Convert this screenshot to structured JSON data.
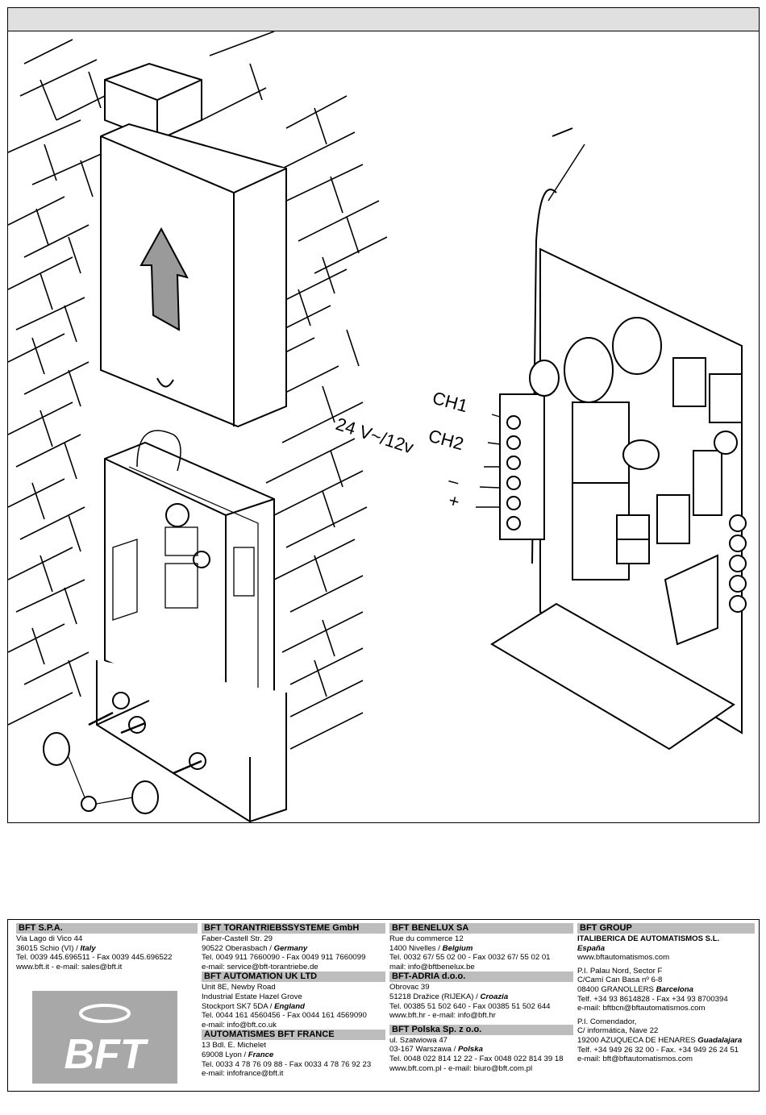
{
  "diagram": {
    "labels": {
      "ch1": "CH1",
      "ch2": "CH2",
      "voltage": "24 V~/12v",
      "minus": "–",
      "plus": "+"
    }
  },
  "footer": {
    "col1": {
      "company": "BFT S.P.A.",
      "line1": "Via Lago di Vico 44",
      "line2_pre": "36015 Schio (VI) / ",
      "line2_em": "Italy",
      "line3": "Tel. 0039 445.696511 - Fax 0039 445.696522",
      "line4": "www.bft.it - e-mail: sales@bft.it",
      "logo_text": "BFT"
    },
    "col2": {
      "company": "BFT TORANTRIEBSSYSTEME GmbH",
      "line1": "Faber-Castell Str. 29",
      "line2_pre": "90522 Oberasbach / ",
      "line2_em": "Germany",
      "line3": "Tel. 0049 911 7660090 - Fax 0049 911 7660099",
      "line4": "e-mail: service@bft-torantriebe.de",
      "company2": "BFT AUTOMATION UK LTD",
      "uk1": "Unit 8E, Newby Road",
      "uk2": "Industrial Estate Hazel Grove",
      "uk3_pre": "Stockport SK7 5DA / ",
      "uk3_em": "England",
      "uk4": "Tel. 0044 161 4560456 - Fax 0044 161 4569090",
      "uk5": "e-mail: info@bft.co.uk",
      "company3": "AUTOMATISMES BFT FRANCE",
      "fr1": "13 Bdl. E. Michelet",
      "fr2_pre": "69008 Lyon / ",
      "fr2_em": "France",
      "fr3": "Tel. 0033 4 78 76 09 88 - Fax 0033 4 78 76 92 23",
      "fr4": "e-mail: infofrance@bft.it"
    },
    "col3": {
      "company": "BFT BENELUX SA",
      "line1": "Rue du commerce 12",
      "line2_pre": "1400 Nivelles / ",
      "line2_em": "Belgium",
      "line3": "Tel. 0032 67/ 55 02 00 - Fax 0032 67/ 55 02 01",
      "line4": "mail: info@bftbenelux.be",
      "company2": "BFT-ADRIA d.o.o.",
      "hr1": "Obrovac 39",
      "hr2_pre": "51218 Dražice (RIJEKA) / ",
      "hr2_em": "Croazia",
      "hr3": "Tel. 00385 51 502 640 - Fax 00385 51 502 644",
      "hr4": "www.bft.hr - e-mail: info@bft.hr",
      "company3": "BFT Polska Sp. z o.o.",
      "pl1": "ul. Szatwiowa 47",
      "pl2_pre": "03-167 Warszawa / ",
      "pl2_em": "Polska",
      "pl3": "Tel. 0048 022 814 12 22 - Fax 0048 022 814 39 18",
      "pl4": "www.bft.com.pl - e-mail: biuro@bft.com.pl"
    },
    "col4": {
      "company": "BFT GROUP",
      "sub": "ITALIBERICA DE AUTOMATISMOS S.L.",
      "country": "España",
      "web": "www.bftautomatismos.com",
      "es1": "P.I. Palau Nord, Sector F",
      "es2": "C/Camí Can Basa nº 6-8",
      "es3_pre": "08400 GRANOLLERS ",
      "es3_em": "Barcelona",
      "es4": "Telf. +34 93 8614828 - Fax +34 93 8700394",
      "es5": "e-mail: bftbcn@bftautomatismos.com",
      "es6": "P.I. Comendador,",
      "es7": "C/ informática, Nave 22",
      "es8_pre": "19200 AZUQUECA DE HENARES ",
      "es8_em": "Guadalajara",
      "es9": "Telf. +34 949 26 32 00 - Fax. +34 949 26 24 51",
      "es10": "e-mail: bft@bftautomatismos.com"
    }
  }
}
